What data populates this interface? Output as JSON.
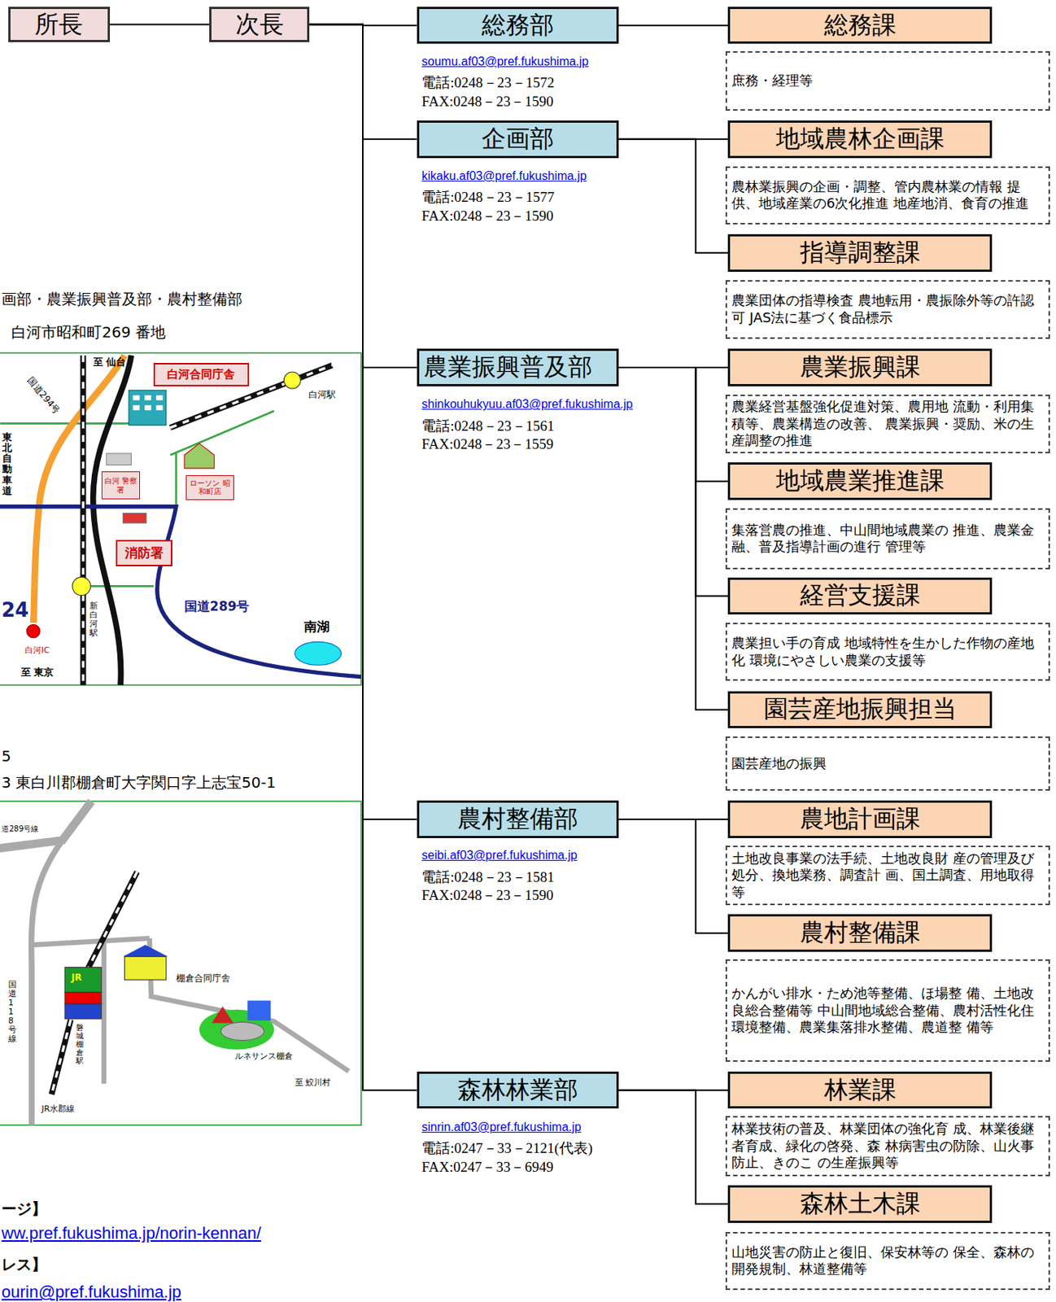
{
  "diagram": {
    "nodes": [
      {
        "text": [
          "所長"
        ]
      },
      {
        "text": [
          "次長"
        ]
      },
      {
        "text": [
          "総務部"
        ]
      },
      {
        "text": [
          "総務課"
        ]
      },
      {
        "text": [
          "庶務・経理等"
        ]
      },
      {
        "text": [
          "企画部"
        ]
      },
      {
        "text": [
          "地域農林企画課"
        ]
      },
      {
        "text": [
          "農林業振興の企画・調整、管内農林業の情報 提供、地域産業の6次化推進 地産地消、食育の推進"
        ]
      },
      {
        "text": [
          "指導調整課"
        ]
      },
      {
        "text": [
          "農業団体の指導検査 農地転用・農振除外等の許認可 JAS法に基づく食品標示"
        ]
      },
      {
        "text": [
          "農業振興普及部"
        ]
      },
      {
        "text": [
          "農業振興課"
        ]
      },
      {
        "text": [
          "農業経営基盤強化促進対策、農用地 流動・利用集積等、農業構造の改善、 農業振興・奨励、米の生産調整の推進"
        ]
      },
      {
        "text": [
          "地域農業推進課"
        ]
      },
      {
        "text": [
          "集落営農の推進、中山間地域農業の 推進、農業金融、普及指導計画の進行 管理等"
        ]
      },
      {
        "text": [
          "経営支援課"
        ]
      },
      {
        "text": [
          "農業担い手の育成 地域特性を生かした作物の産地化 環境にやさしい農業の支援等"
        ]
      },
      {
        "text": [
          "園芸産地振興担当"
        ]
      },
      {
        "text": [
          "園芸産地の振興"
        ]
      },
      {
        "text": [
          "農村整備部"
        ]
      },
      {
        "text": [
          "農地計画課"
        ]
      },
      {
        "text": [
          "土地改良事業の法手続、土地改良財 産の管理及び処分、換地業務、調査計 画、国土調査、用地取得等"
        ]
      },
      {
        "text": [
          "農村整備課"
        ]
      },
      {
        "text": [
          "かんがい排水・ため池等整備、ほ場整 備、土地改良総合整備等 中山間地域総合整備、農村活性化住 環境整備、農業集落排水整備、農道整 備等"
        ]
      },
      {
        "text": [
          "森林林業部"
        ]
      },
      {
        "text": [
          "林業課"
        ]
      },
      {
        "text": [
          "林業技術の普及、林業団体の強化育 成、林業後継者育成、緑化の啓発、森 林病害虫の防除、山火事防止、きのこ の生産振興等"
        ]
      },
      {
        "text": [
          "森林土木課"
        ]
      },
      {
        "text": [
          "山地災害の防止と復旧、保安林等の 保全、森林の開発規制、林道整備等"
        ]
      },
      {
        "text": [
          "白河合同庁舎"
        ]
      },
      {
        "text": [
          "白河 警察署"
        ]
      },
      {
        "text": [
          "ローソン 昭和町店"
        ]
      },
      {
        "text": [
          "消防署"
        ]
      }
    ],
    "edges": [
      {
        "from": 0,
        "to": 1,
        "arrow": "none"
      },
      {
        "from": 1,
        "to": 2,
        "arrow": "none"
      },
      {
        "from": 1,
        "to": 5,
        "arrow": "none"
      },
      {
        "from": 1,
        "to": 10,
        "arrow": "none"
      },
      {
        "from": 1,
        "to": 19,
        "arrow": "none"
      },
      {
        "from": 1,
        "to": 24,
        "arrow": "none"
      },
      {
        "from": 2,
        "to": 3,
        "arrow": "none"
      },
      {
        "from": 5,
        "to": 6,
        "arrow": "none"
      },
      {
        "from": 5,
        "to": 8,
        "arrow": "none"
      },
      {
        "from": 10,
        "to": 11,
        "arrow": "none"
      },
      {
        "from": 10,
        "to": 13,
        "arrow": "none"
      },
      {
        "from": 10,
        "to": 15,
        "arrow": "none"
      },
      {
        "from": 10,
        "to": 17,
        "arrow": "none"
      },
      {
        "from": 19,
        "to": 20,
        "arrow": "none"
      },
      {
        "from": 19,
        "to": 22,
        "arrow": "none"
      },
      {
        "from": 24,
        "to": 25,
        "arrow": "none"
      },
      {
        "from": 24,
        "to": 27,
        "arrow": "none"
      }
    ],
    "labels": [
      "画部・農業振興普及部・農村整備部",
      "白河市昭和町269 番地",
      "至 仙台",
      "国道294号",
      "白河駅",
      "東北自動車道",
      "新白河駅",
      "国道289号",
      "南湖",
      "24",
      "白河IC",
      "至 東京",
      "5",
      "3 東白川郡棚倉町大字関口字上志宝50-1",
      "道289号線",
      "棚倉合同庁舎",
      "国道118号線",
      "JR",
      "磐城棚倉駅",
      "ルネサンス棚倉",
      "至 鮫川村",
      "JR水郡線",
      "ージ】",
      "ww.pref.fukushima.jp/norin-kennan/",
      "レス】",
      "ourin@pref.fukushima.jp",
      "soumu.af03@pref.fukushima.jp",
      "電話:0248－23－1572",
      "FAX:0248－23－1590",
      "kikaku.af03@pref.fukushima.jp",
      "電話:0248－23－1577",
      "FAX:0248－23－1590",
      "shinkouhukyuu.af03@pref.fukushima.jp",
      "電話:0248－23－1561",
      "FAX:0248－23－1559",
      "seibi.af03@pref.fukushima.jp",
      "電話:0248－23－1581",
      "FAX:0248－23－1590",
      "sinrin.af03@pref.fukushima.jp",
      "電話:0247－33－2121(代表)",
      "FAX:0247－33－6949"
    ]
  }
}
